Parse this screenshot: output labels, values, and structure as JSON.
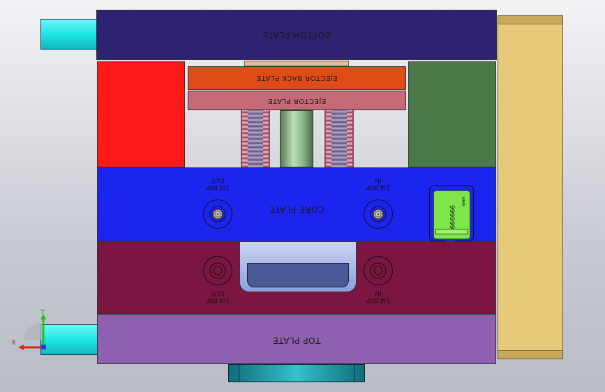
{
  "plates": {
    "bottom": "BOTTOM PLATE",
    "ejector_back": "EJECTOR BACK PLATE",
    "ejector": "EJECTOR PLATE",
    "core": "CORE PLATE",
    "top": "TOP PLATE"
  },
  "core_ports": {
    "left_size": "1/4 BSP",
    "left_dir": "OUT",
    "right_size": "1/4 BSP",
    "right_dir": "IN"
  },
  "cavity_ports": {
    "left_size": "1/4 BSP",
    "left_dir": "OUT",
    "right_size": "1/4 BSP",
    "right_dir": "IN"
  },
  "tag": {
    "serial": "9999999",
    "text": "MMM"
  },
  "axes": {
    "x": "X",
    "y": "Y"
  },
  "colors": {
    "bottom_plate": "#2e2370",
    "ejector_back_plate": "#e04c17",
    "ejector_plate": "#c76a78",
    "core_plate": "#1c24f0",
    "cavity_plate": "#7c1640",
    "top_plate": "#9060b0",
    "side_block": "#e6c97a",
    "left_pillar": "#ff1a1a",
    "right_pillar": "#4a7a4a",
    "guide_pin": "#1ee6e6",
    "tag": "#7fe64a"
  }
}
